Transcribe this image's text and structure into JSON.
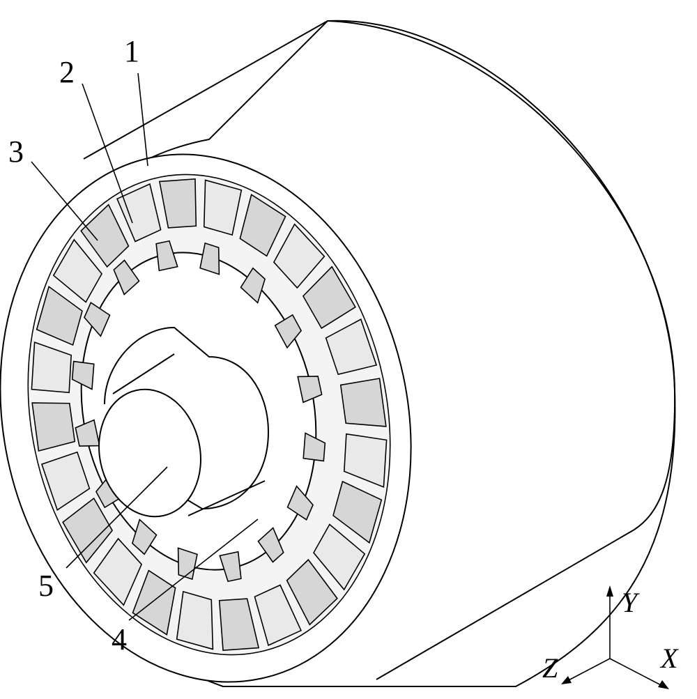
{
  "callouts": [
    {
      "id": "1",
      "label": "1"
    },
    {
      "id": "2",
      "label": "2"
    },
    {
      "id": "3",
      "label": "3"
    },
    {
      "id": "4",
      "label": "4"
    },
    {
      "id": "5",
      "label": "5"
    }
  ],
  "axes": {
    "x": "X",
    "y": "Y",
    "z": "Z"
  }
}
